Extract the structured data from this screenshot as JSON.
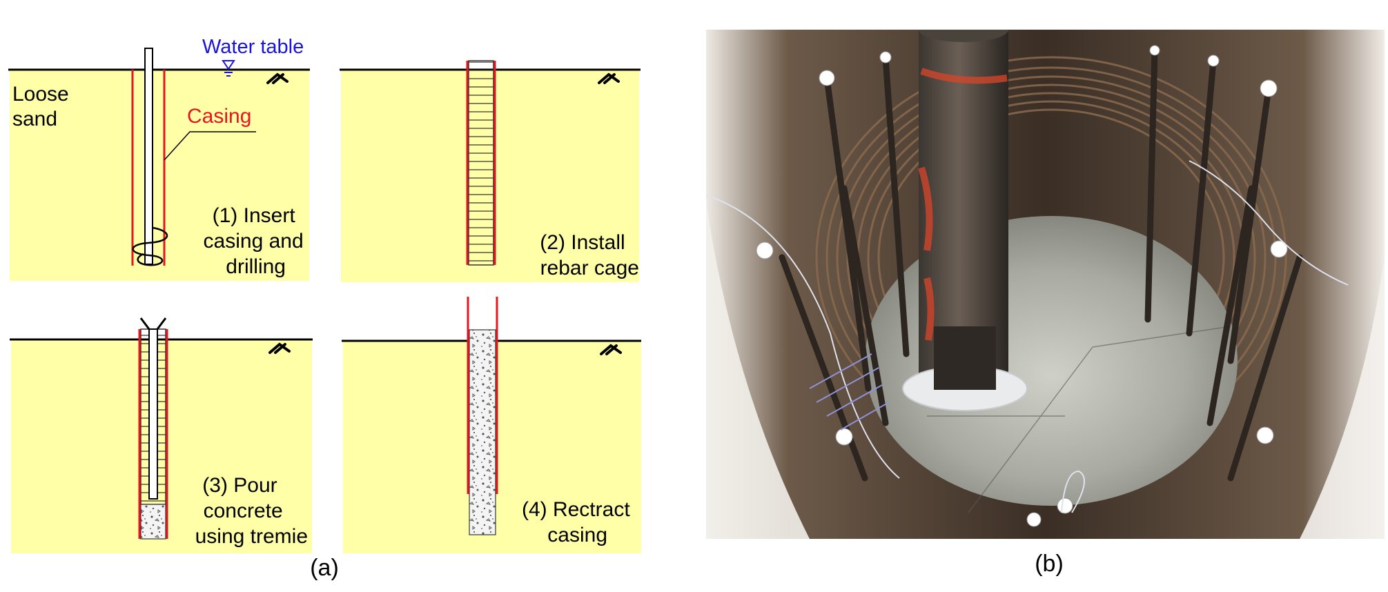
{
  "figure": {
    "panel_a": {
      "caption": "(a)",
      "water_table_label": "Water table",
      "soil_label": [
        "Loose",
        "sand"
      ],
      "casing_label": "Casing",
      "steps": [
        {
          "lines": [
            "(1) Insert",
            "casing and",
            "drilling"
          ]
        },
        {
          "lines": [
            "(2) Install",
            "rebar cage"
          ]
        },
        {
          "lines": [
            "(3) Pour",
            "concrete",
            "using tremie"
          ]
        },
        {
          "lines": [
            "(4) Rectract",
            "casing"
          ]
        }
      ]
    },
    "panel_b": {
      "caption": "(b)"
    }
  },
  "colors": {
    "soil": "#ffffa8",
    "casing": "#e8141e",
    "water_table": "#1a14d8",
    "ground_line": "#000000"
  }
}
